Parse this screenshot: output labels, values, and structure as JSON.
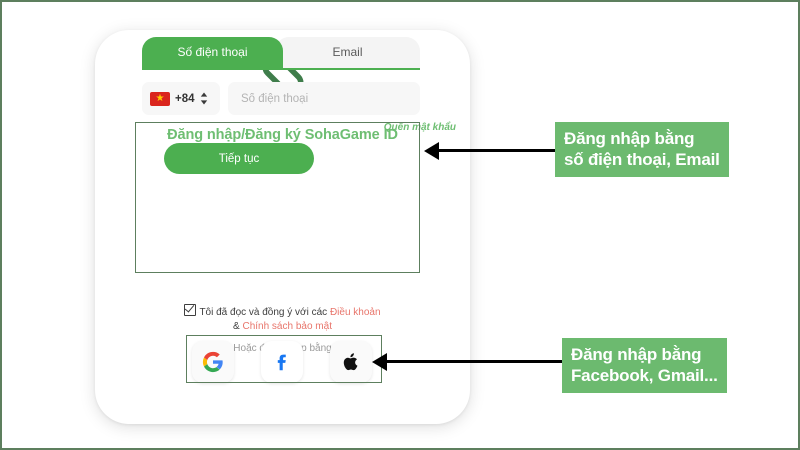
{
  "window": {
    "background_color": "#ffffff",
    "frame_color": "#5d7f5e"
  },
  "card": {
    "logo_icon": "sohagame-s-logo-icon",
    "title": "Đăng nhập/Đăng ký SohaGame ID",
    "title_color": "#6ebe72",
    "tabs": [
      {
        "label": "Số điện thoại",
        "active": true
      },
      {
        "label": "Email",
        "active": false
      }
    ],
    "country_selector": {
      "flag_icon": "vietnam-flag-icon",
      "flag_star": "★",
      "dial_code": "+84",
      "stepper_icon": "up-down-chevron-icon"
    },
    "phone_field": {
      "value": "",
      "placeholder": "Số điện thoại"
    },
    "forgot_password": "Quên mật khẩu",
    "continue_button": "Tiếp tục",
    "terms": {
      "prefix": "Tôi đã đọc và đồng ý với các ",
      "link1": "Điều khoản",
      "separator": "& ",
      "link2": "Chính sách bảo mật",
      "link_color": "#e8756b",
      "checkbox_icon": "checked-checkbox-icon",
      "checked": true
    },
    "or_label": "Hoặc đăng nhập bằng",
    "social_buttons": [
      {
        "name": "google-login-button",
        "icon": "google-g-icon"
      },
      {
        "name": "facebook-login-button",
        "icon": "facebook-f-icon"
      },
      {
        "name": "apple-login-button",
        "icon": "apple-logo-icon"
      }
    ]
  },
  "callouts": [
    {
      "id": "top",
      "text": "Đăng nhập bằng\nsố điện thoại, Email",
      "background": "#6cba6f",
      "arrow_icon": "left-arrow-icon"
    },
    {
      "id": "bottom",
      "text": "Đăng nhập bằng\nFacebook, Gmail...",
      "background": "#6cba6f",
      "arrow_icon": "left-arrow-icon"
    }
  ],
  "highlights": [
    {
      "name": "login-form-highlight",
      "color": "#5d7f5e"
    },
    {
      "name": "social-login-highlight",
      "color": "#5d7f5e"
    }
  ]
}
